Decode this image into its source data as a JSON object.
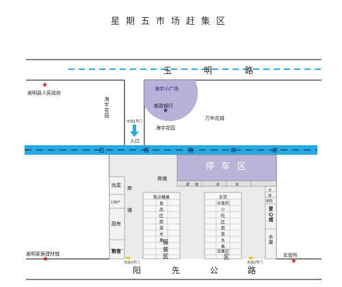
{
  "title": "星期五市场赶集区",
  "roads": {
    "yuming": [
      "玉",
      "明",
      "路"
    ],
    "middle": [
      "石",
      "路",
      "路",
      "高",
      "速"
    ],
    "yangxian": [
      "阳",
      "先",
      "公",
      "路"
    ]
  },
  "places": {
    "county_gov": "嵩明县人民政府",
    "haiyu_plaza": "海宇小广场",
    "post_bank": "邮政银行",
    "haiyu_garden_vertical": "海宇花园",
    "haiyu_garden": "海宇花园",
    "wannian": "万年花城",
    "market_gate_1": "市场1号门",
    "entrance": "入口",
    "parking": "停 车 区",
    "jiaju_bldg": "嵩明家居建材城",
    "vehicle_office": "车管所",
    "market_gate_3": "市场3号门",
    "market_gate_2": "市场2号门"
  },
  "market": {
    "shangpu_top": "商铺",
    "shangpu_left": "商",
    "shangpu_left2": "铺",
    "rou_cai": "肉菜",
    "tu_techan": "土特产",
    "chufang": "厨房",
    "liangshi": "粮食",
    "aixin": "爱心城",
    "shui_guo": "水果",
    "bottom_strip": [
      "眼",
      "镜",
      "杂",
      "货"
    ],
    "right_small": [
      "点",
      "缝",
      "钥匙"
    ],
    "left_stall": [
      "糕点糖果",
      "食",
      "品",
      "区",
      "蔬",
      "菜",
      "水",
      "果",
      "服",
      "装",
      "区"
    ],
    "right_stall": [
      "杂货",
      "中草药",
      "小",
      "吃",
      "区",
      "蔬",
      "菜",
      "水",
      "果",
      "活禽区",
      "服",
      "装",
      "区"
    ]
  },
  "colors": {
    "blue_road": "#29a9e1",
    "dark_road": "#0d4b7a",
    "parking_purple": "#b9b3d8",
    "plaza_purple": "#b8b2da",
    "market_gray": "#ebebeb"
  }
}
